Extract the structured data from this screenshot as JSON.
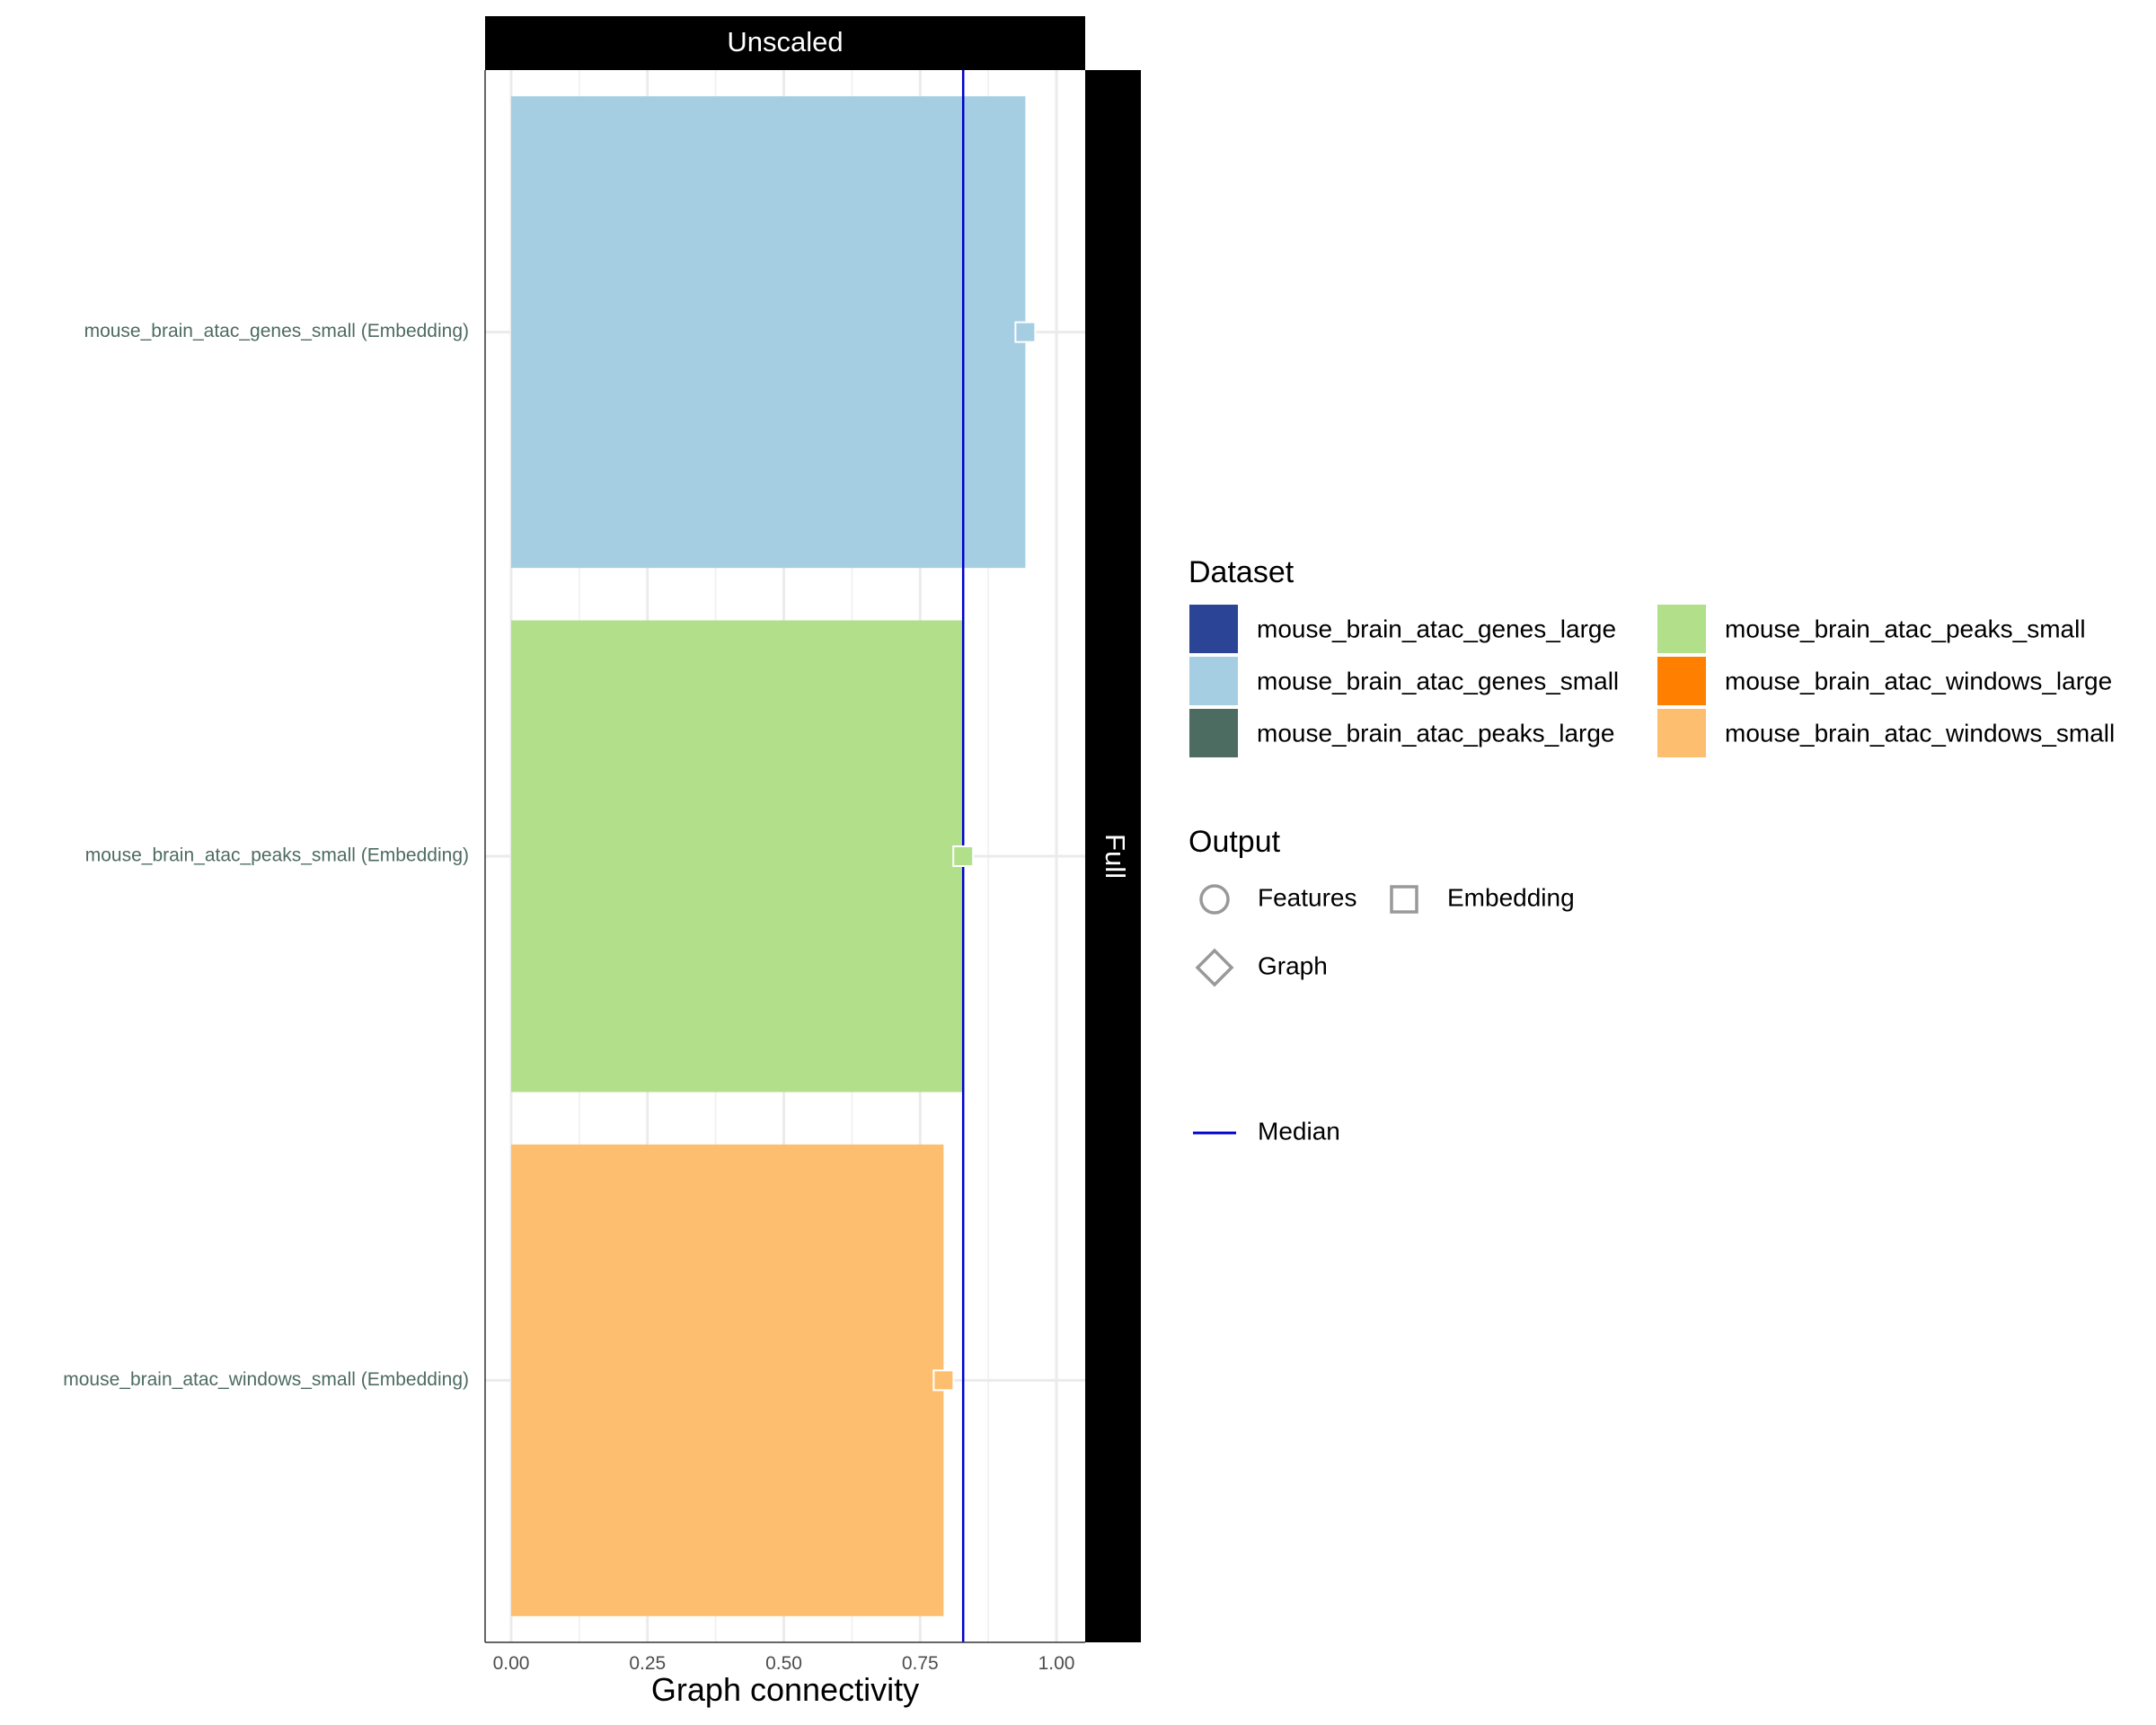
{
  "chart_data": {
    "type": "bar",
    "orientation": "horizontal",
    "facet_top": "Unscaled",
    "facet_right": "Full",
    "categories": [
      "mouse_brain_atac_genes_small (Embedding)",
      "mouse_brain_atac_peaks_small (Embedding)",
      "mouse_brain_atac_windows_small (Embedding)"
    ],
    "values": [
      0.943,
      0.829,
      0.793
    ],
    "bar_colors": [
      "#a6cee3",
      "#b2df8a",
      "#fdbf6f"
    ],
    "marker_shape": "square",
    "xlabel": "Graph connectivity",
    "xlim": [
      -0.05,
      1.05
    ],
    "xticks": [
      "0.00",
      "0.25",
      "0.50",
      "0.75",
      "1.00"
    ],
    "xtick_values": [
      0,
      0.25,
      0.5,
      0.75,
      1.0
    ],
    "grid": true,
    "median": 0.829,
    "median_color": "#0000cc",
    "legend": {
      "position": "right",
      "dataset_title": "Dataset",
      "datasets": [
        {
          "label": "mouse_brain_atac_genes_large",
          "color": "#2b4496"
        },
        {
          "label": "mouse_brain_atac_genes_small",
          "color": "#a6cee3"
        },
        {
          "label": "mouse_brain_atac_peaks_large",
          "color": "#4c6b61"
        },
        {
          "label": "mouse_brain_atac_peaks_small",
          "color": "#b2df8a"
        },
        {
          "label": "mouse_brain_atac_windows_large",
          "color": "#ff7f00"
        },
        {
          "label": "mouse_brain_atac_windows_small",
          "color": "#fdbf6f"
        }
      ],
      "output_title": "Output",
      "outputs": [
        {
          "label": "Features",
          "shape": "circle"
        },
        {
          "label": "Embedding",
          "shape": "square"
        },
        {
          "label": "Graph",
          "shape": "diamond"
        }
      ],
      "median_label": "Median"
    }
  }
}
